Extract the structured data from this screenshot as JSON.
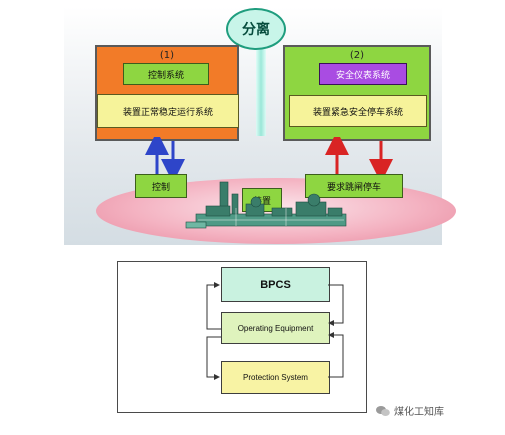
{
  "top": {
    "separation_label": "分离",
    "box1": {
      "number": "(1)",
      "inner_label": "控制系统",
      "bottom_label": "装置正常稳定运行系统"
    },
    "box2": {
      "number": "(2)",
      "inner_label": "安全仪表系统",
      "bottom_label": "装置紧急安全停车系统"
    },
    "control_label": "控制",
    "device_label": "装置",
    "trip_label": "要求跳闸停车"
  },
  "bottom": {
    "bpcs_label": "BPCS",
    "equipment_label": "Operating Equipment",
    "protection_label": "Protection System"
  },
  "watermark": {
    "text": "煤化工知库"
  },
  "colors": {
    "orange": "#f27b28",
    "green": "#8ed641",
    "purple": "#a94ce2",
    "yellow": "#f6f39a",
    "blue_arrow": "#2e45c9",
    "red_arrow": "#d92424",
    "bpcs_fill": "#c9f2e0",
    "equipment_fill": "#dff3bd",
    "protection_fill": "#f8f3a4"
  }
}
